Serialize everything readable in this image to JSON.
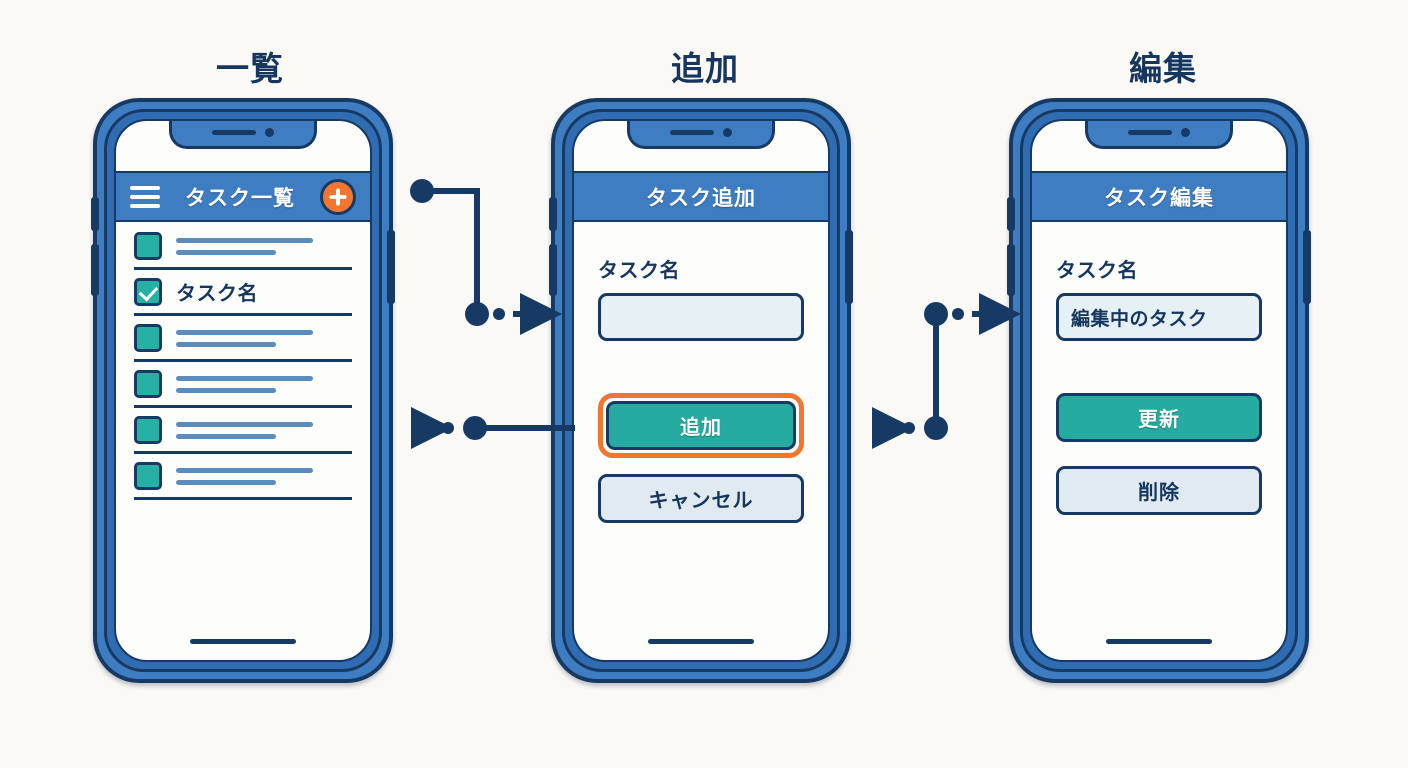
{
  "background_color": "#faf9f6",
  "palette": {
    "frame_blue": "#3e7dc2",
    "frame_dark": "#173a64",
    "appbar_blue": "#3e7dc2",
    "accent_orange": "#f2762e",
    "accent_teal": "#25ab9f",
    "checkbox_teal": "#27b0a4",
    "input_fill": "#e6f1f6",
    "text_navy": "#16365e",
    "placeholder_line": "#5b8cc0"
  },
  "screens": [
    {
      "id": "list",
      "title": "一覧",
      "appbar": {
        "title": "タスク一覧",
        "menu_icon": "hamburger-icon",
        "add_icon": "plus-icon"
      },
      "rows": [
        {
          "checked": false,
          "label": ""
        },
        {
          "checked": true,
          "label": "タスク名"
        },
        {
          "checked": false,
          "label": ""
        },
        {
          "checked": false,
          "label": ""
        },
        {
          "checked": false,
          "label": ""
        },
        {
          "checked": false,
          "label": ""
        }
      ]
    },
    {
      "id": "add",
      "title": "追加",
      "appbar": {
        "title": "タスク追加"
      },
      "field_label": "タスク名",
      "input_value": "",
      "input_placeholder": "",
      "primary_button": "追加",
      "primary_highlighted": true,
      "secondary_button": "キャンセル"
    },
    {
      "id": "edit",
      "title": "編集",
      "appbar": {
        "title": "タスク編集"
      },
      "field_label": "タスク名",
      "input_value": "編集中のタスク",
      "input_placeholder": "",
      "primary_button": "更新",
      "primary_highlighted": false,
      "secondary_button": "削除"
    }
  ],
  "connectors": [
    {
      "name": "list-to-add",
      "direction": "right"
    },
    {
      "name": "add-to-list",
      "direction": "left"
    },
    {
      "name": "edit-to-list",
      "direction": "left"
    },
    {
      "name": "list-to-edit",
      "direction": "right"
    }
  ]
}
